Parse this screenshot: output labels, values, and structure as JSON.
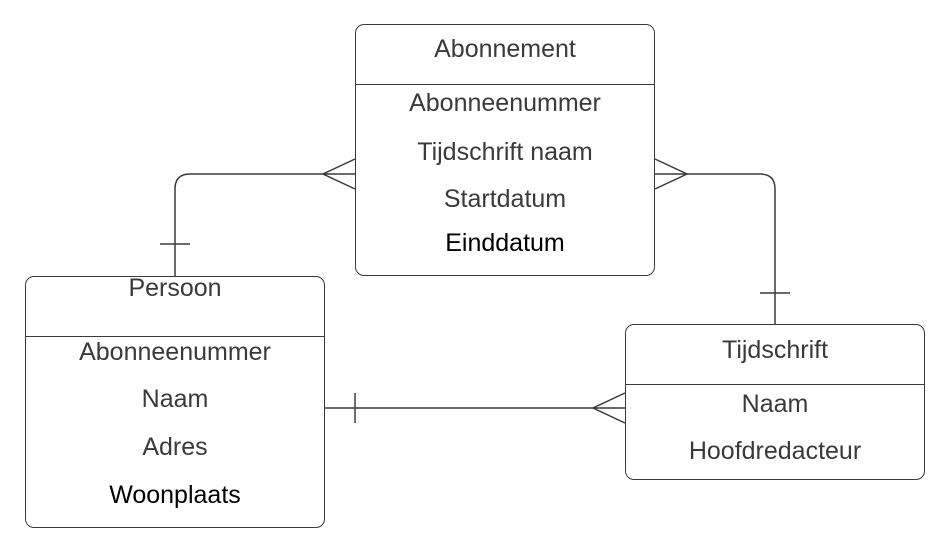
{
  "colors": {
    "stroke": "#3a3a3a",
    "text": "#3a3a3a",
    "text_dark": "#000000",
    "background": "#ffffff"
  },
  "entities": {
    "abonnement": {
      "title": "Abonnement",
      "attributes": [
        "Abonneenummer",
        "Tijdschrift naam",
        "Startdatum",
        "Einddatum"
      ]
    },
    "persoon": {
      "title": "Persoon",
      "attributes": [
        "Abonneenummer",
        "Naam",
        "Adres",
        "Woonplaats"
      ]
    },
    "tijdschrift": {
      "title": "Tijdschrift",
      "attributes": [
        "Naam",
        "Hoofdredacteur"
      ]
    }
  },
  "relationships": [
    {
      "from": "persoon",
      "to": "abonnement",
      "from_cardinality": "one",
      "to_cardinality": "many"
    },
    {
      "from": "tijdschrift",
      "to": "abonnement",
      "from_cardinality": "one",
      "to_cardinality": "many"
    },
    {
      "from": "persoon",
      "to": "tijdschrift",
      "from_cardinality": "one",
      "to_cardinality": "many"
    }
  ]
}
